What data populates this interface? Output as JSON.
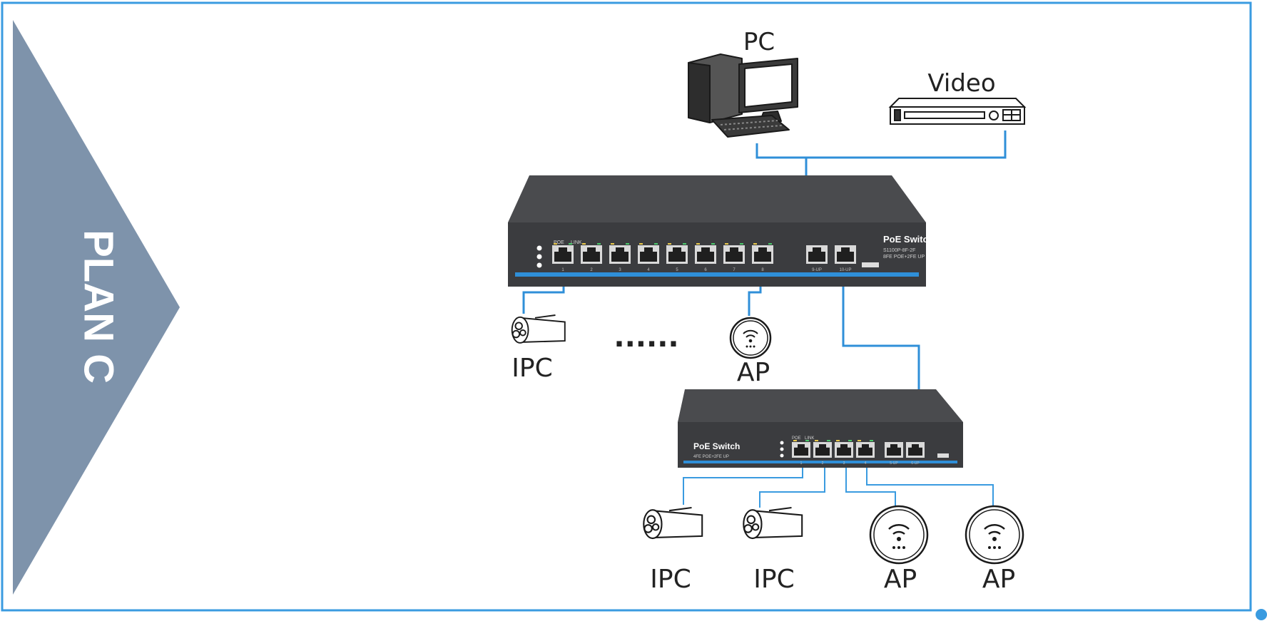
{
  "plan_label": "PLAN C",
  "colors": {
    "frame": "#3a9be0",
    "link": "#2f8fd8",
    "chevron": "#7e93ab",
    "switch_body": "#3b3c3f",
    "switch_top": "#4a4b4e",
    "port": "#1f1f1f"
  },
  "nodes": {
    "pc": {
      "label": "PC",
      "icon": "desktop-computer-icon"
    },
    "video": {
      "label": "Video",
      "icon": "video-recorder-icon"
    },
    "main_switch": {
      "name": "PoE Switch",
      "model": "S1100P-8F-2F",
      "spec": "8FE POE+2FE UP",
      "poe_ports": 8,
      "uplink_ports": 2,
      "port_labels": [
        "1",
        "2",
        "3",
        "4",
        "5",
        "6",
        "7",
        "8",
        "9-UP",
        "10-UP"
      ],
      "header_labels": [
        "POE",
        "LINK"
      ]
    },
    "sub_switch": {
      "name": "PoE Switch",
      "spec": "4FE POE+2FE UP",
      "poe_ports": 4,
      "uplink_ports": 2,
      "port_labels": [
        "1",
        "2",
        "3",
        "4",
        "5-UP",
        "6-UP"
      ],
      "header_labels": [
        "POE",
        "LINK"
      ]
    },
    "top_devices": [
      {
        "label": "IPC",
        "icon": "ip-camera-icon"
      },
      {
        "label": "AP",
        "icon": "wifi-access-point-icon"
      }
    ],
    "ellipsis": "......",
    "bottom_devices": [
      {
        "label": "IPC",
        "icon": "ip-camera-icon"
      },
      {
        "label": "IPC",
        "icon": "ip-camera-icon"
      },
      {
        "label": "AP",
        "icon": "wifi-access-point-icon"
      },
      {
        "label": "AP",
        "icon": "wifi-access-point-icon"
      }
    ]
  }
}
